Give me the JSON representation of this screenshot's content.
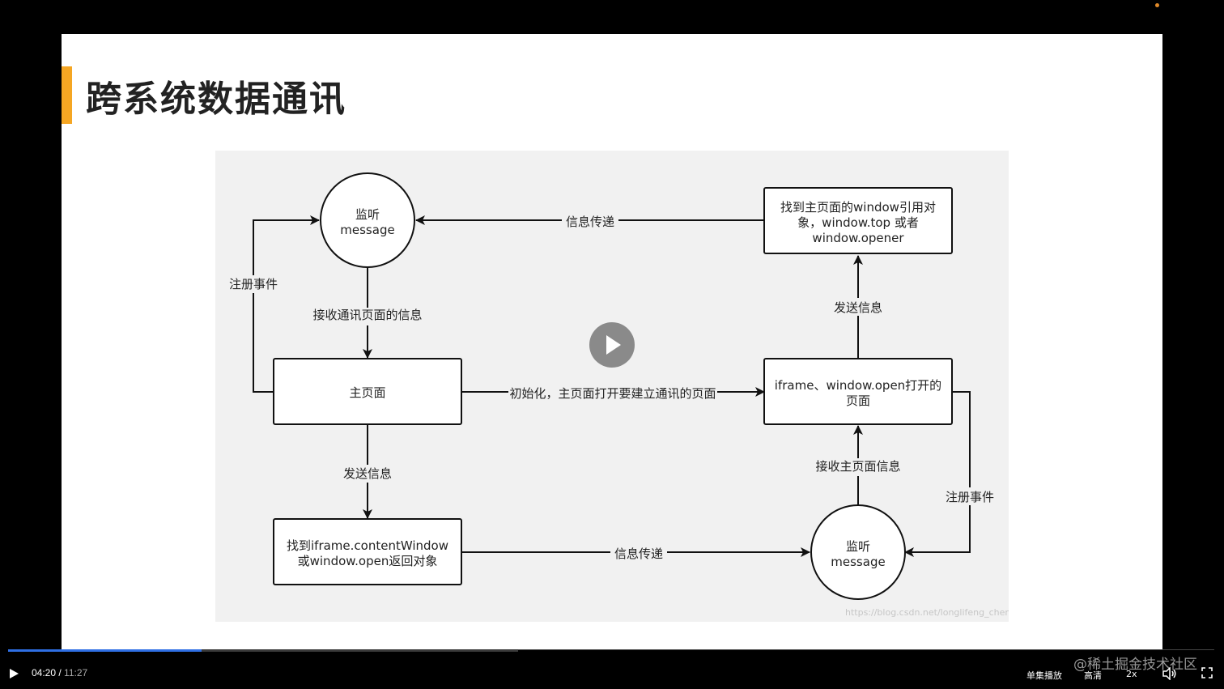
{
  "slide": {
    "title": "跨系统数据通讯"
  },
  "diagram": {
    "nodes": {
      "listen_top": [
        "监听",
        "message"
      ],
      "main_page": "主页面",
      "find_iframe": [
        "找到iframe.contentWindow",
        "或window.open返回对象"
      ],
      "find_main_ref": [
        "找到主页面的window引用对",
        "象，window.top 或者",
        "window.opener"
      ],
      "opened_page": [
        "iframe、window.open打开的",
        "页面"
      ],
      "listen_bottom": [
        "监听",
        "message"
      ]
    },
    "edges": {
      "register_left": "注册事件",
      "receive_comm": "接收通讯页面的信息",
      "send_left": "发送信息",
      "info_pass_top": "信息传递",
      "init": "初始化，主页面打开要建立通讯的页面",
      "send_right": "发送信息",
      "receive_main": "接收主页面信息",
      "register_right": "注册事件",
      "info_pass_bottom": "信息传递"
    },
    "watermark": "https://blog.csdn.net/longlifeng_chen"
  },
  "player": {
    "progress": 0.38,
    "current_time": "04:20",
    "separator": " / ",
    "total_time": "11:27",
    "single_play": "单集播放",
    "quality": "高清",
    "speed": "2x"
  },
  "overlay_watermark": "@稀土掘金技术社区"
}
